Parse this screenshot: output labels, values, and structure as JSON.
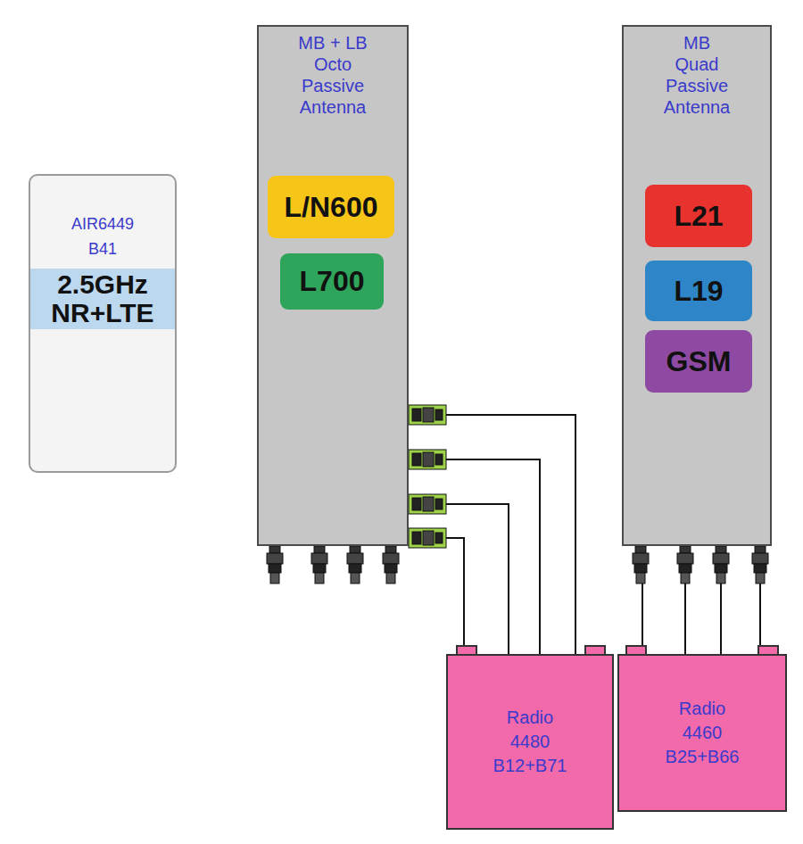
{
  "diagram": {
    "nodes": [
      {
        "text": [
          "AIR6449 B41",
          "2.5GHz NR+LTE"
        ]
      },
      {
        "text": [
          "MB + LB Octo Passive Antenna"
        ]
      },
      {
        "text": [
          "L/N600"
        ],
        "in": 1
      },
      {
        "text": [
          "L700"
        ],
        "in": 1
      },
      {
        "text": [
          "MB Quad Passive Antenna"
        ]
      },
      {
        "text": [
          "L21"
        ],
        "in": 4
      },
      {
        "text": [
          "L19"
        ],
        "in": 4
      },
      {
        "text": [
          "GSM"
        ],
        "in": 4
      },
      {
        "text": [
          "Radio 4480 B12+B71"
        ]
      },
      {
        "text": [
          "Radio 4460 B25+B66"
        ]
      }
    ],
    "edges": [
      {
        "from": 8,
        "to": 1,
        "arrow": "none"
      },
      {
        "from": 8,
        "to": 1,
        "arrow": "none"
      },
      {
        "from": 8,
        "to": 1,
        "arrow": "none"
      },
      {
        "from": 8,
        "to": 1,
        "arrow": "none"
      },
      {
        "from": 9,
        "to": 4,
        "arrow": "none"
      },
      {
        "from": 9,
        "to": 4,
        "arrow": "none"
      },
      {
        "from": 9,
        "to": 4,
        "arrow": "none"
      },
      {
        "from": 9,
        "to": 4,
        "arrow": "none"
      }
    ]
  }
}
